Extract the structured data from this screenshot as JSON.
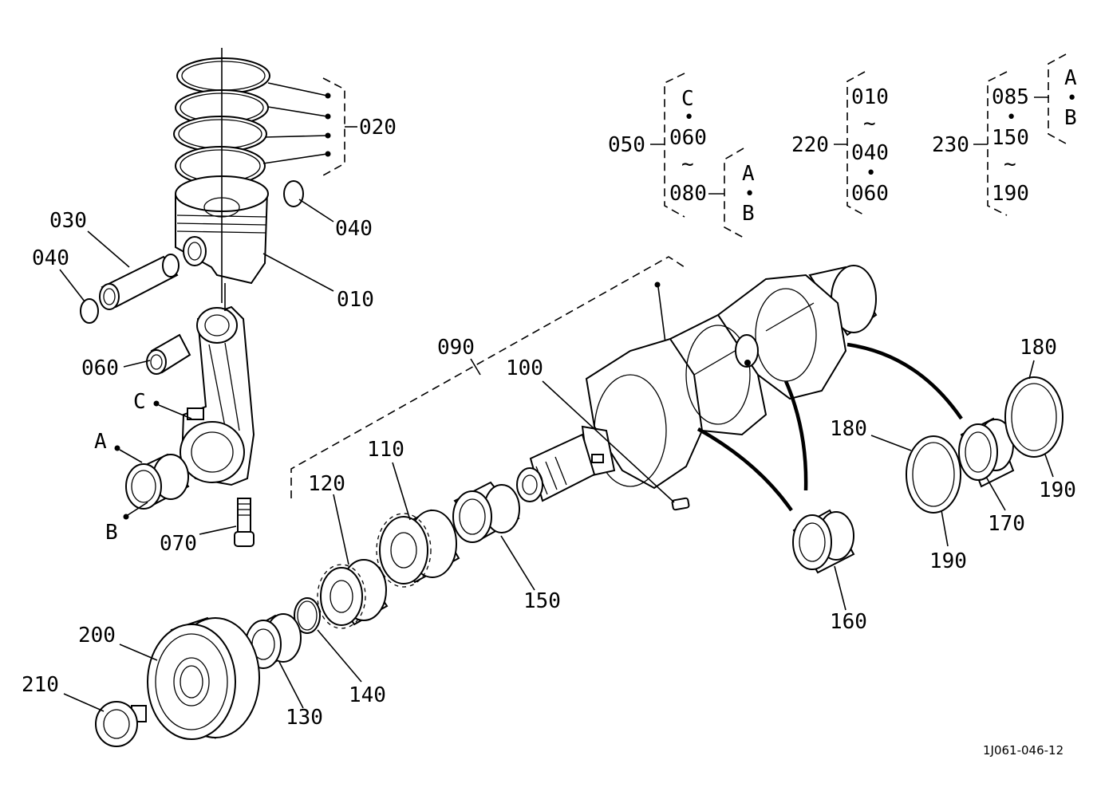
{
  "diagram": {
    "figure_code": "1J061-046-12",
    "callouts": {
      "p010": "010",
      "p020": "020",
      "p030": "030",
      "p040a": "040",
      "p040b": "040",
      "p060": "060",
      "p070": "070",
      "p090": "090",
      "p100": "100",
      "p110": "110",
      "p120": "120",
      "p130": "130",
      "p140": "140",
      "p150": "150",
      "p160": "160",
      "p170": "170",
      "p180a": "180",
      "p180b": "180",
      "p190a": "190",
      "p190b": "190",
      "p200": "200",
      "p210": "210",
      "mark_a": "A",
      "mark_b": "B",
      "mark_c": "C"
    },
    "groups": {
      "g050": {
        "label": "050",
        "top": "C",
        "dot1": "•",
        "mid": "060",
        "tilde": "~",
        "bottom": "080",
        "sub_a": "A",
        "sub_dot": "•",
        "sub_b": "B"
      },
      "g220": {
        "label": "220",
        "top": "010",
        "tilde": "~",
        "mid": "040",
        "dot": "•",
        "bottom": "060"
      },
      "g230": {
        "label": "230",
        "top": "085",
        "dot": "•",
        "mid": "150",
        "tilde": "~",
        "bottom": "190",
        "sub_a": "A",
        "sub_dot": "•",
        "sub_b": "B"
      }
    }
  }
}
